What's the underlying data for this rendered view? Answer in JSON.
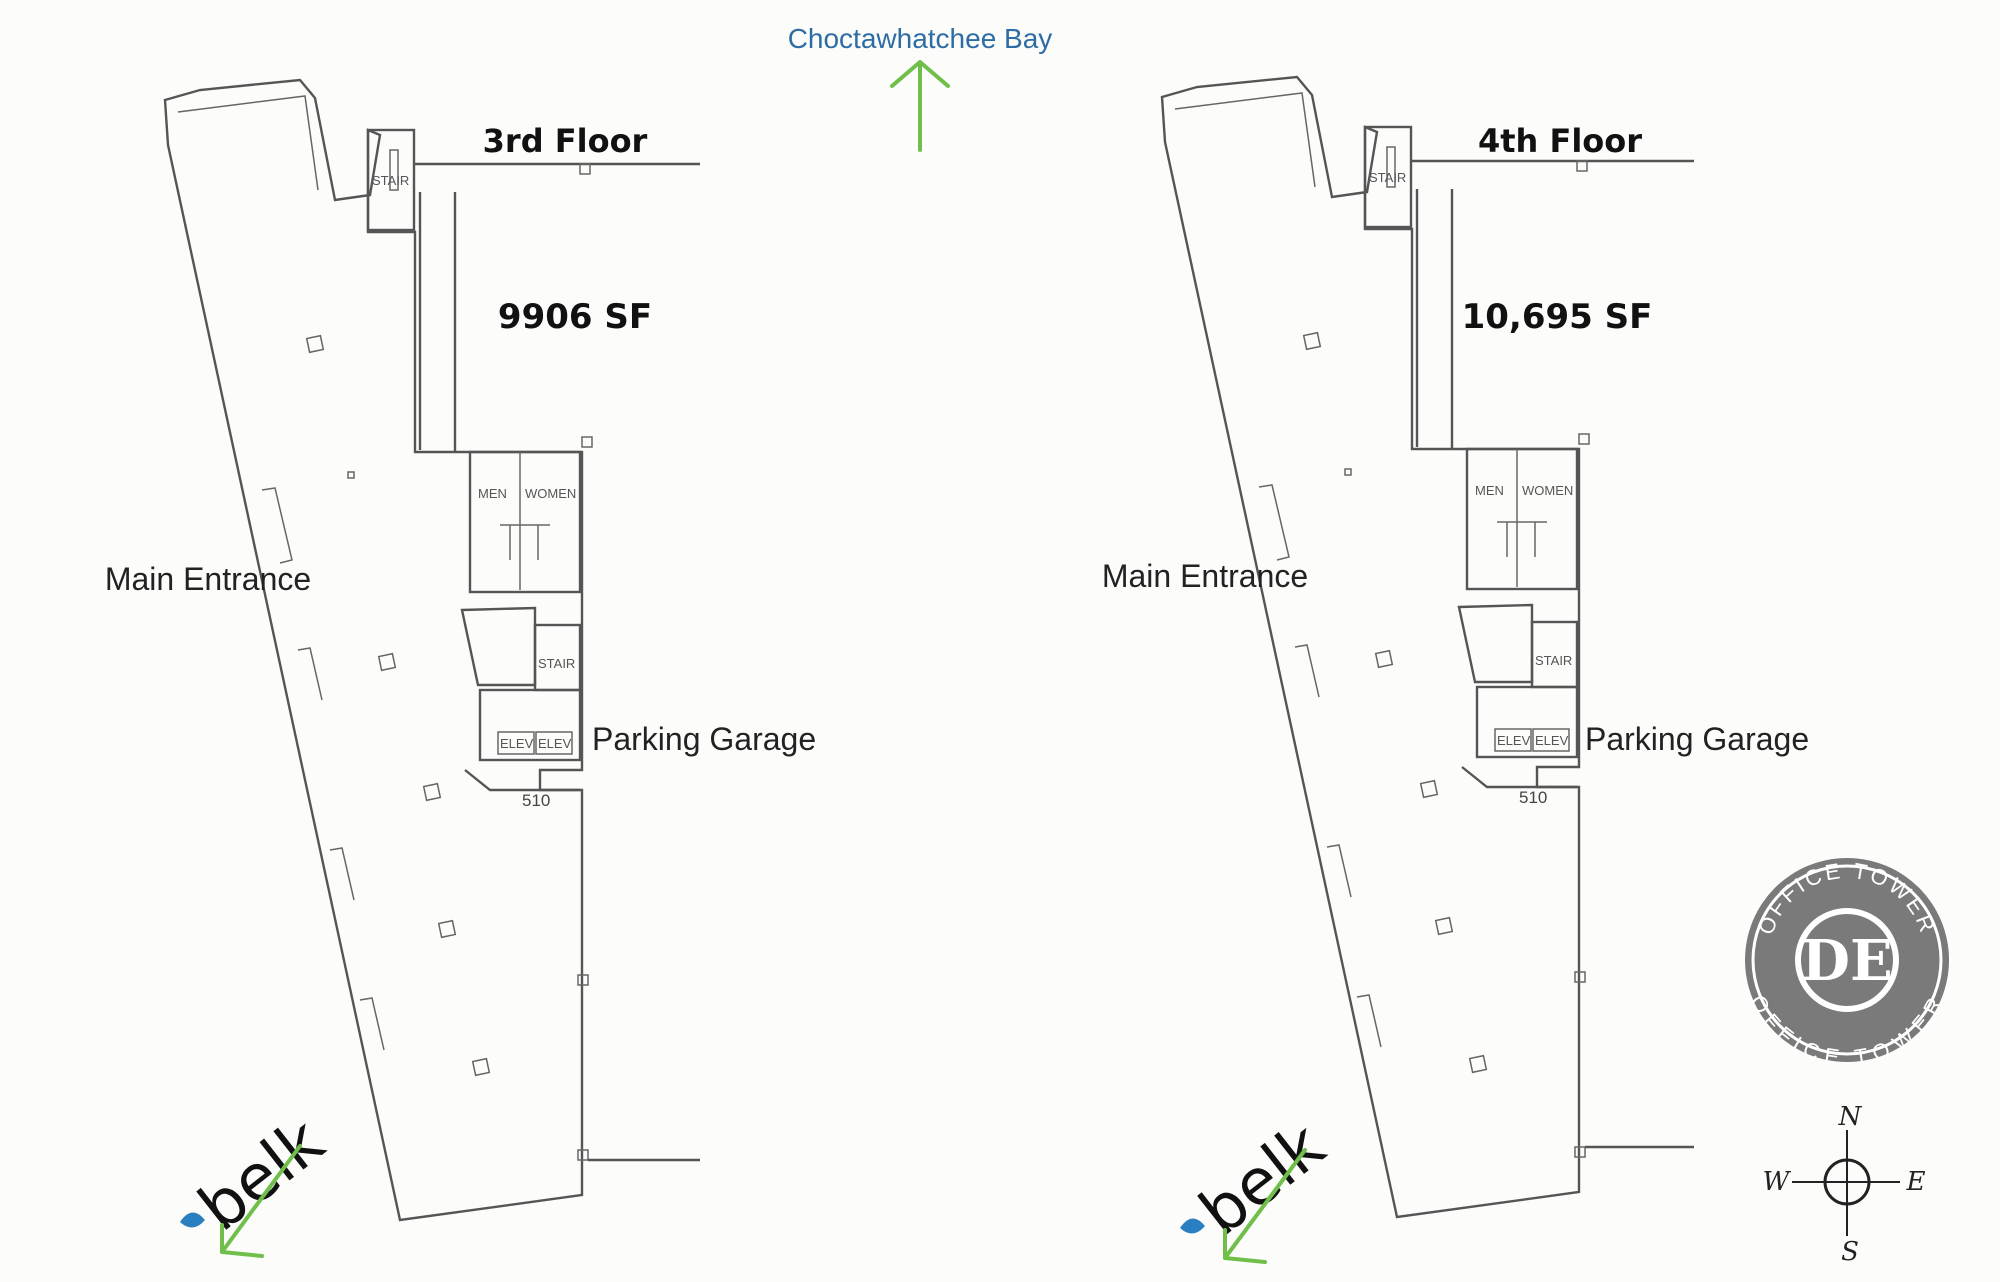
{
  "top": {
    "bay_label": "Choctawhatchee Bay"
  },
  "plans": [
    {
      "floor": "3rd Floor",
      "area": "9906 SF",
      "entrance": "Main Entrance",
      "garage": "Parking Garage",
      "room_number": "510",
      "rooms": {
        "men": "MEN",
        "women": "WOMEN",
        "stair": "STAIR",
        "elev": "ELEV"
      },
      "logo": "belk"
    },
    {
      "floor": "4th Floor",
      "area": "10,695 SF",
      "entrance": "Main Entrance",
      "garage": "Parking Garage",
      "room_number": "510",
      "rooms": {
        "men": "MEN",
        "women": "WOMEN",
        "stair": "STAIR",
        "elev": "ELEV"
      },
      "logo": "belk"
    }
  ],
  "seal": {
    "top_text": "OFFICE TOWER",
    "bottom_text": "OFFICE TOWER",
    "monogram": "DE"
  },
  "compass": {
    "n": "N",
    "s": "S",
    "e": "E",
    "w": "W"
  },
  "colors": {
    "arrow": "#6fbf4a",
    "bay_text": "#2e6da4",
    "seal": "#7a7a7a",
    "belk_blue": "#2a7fc0"
  }
}
